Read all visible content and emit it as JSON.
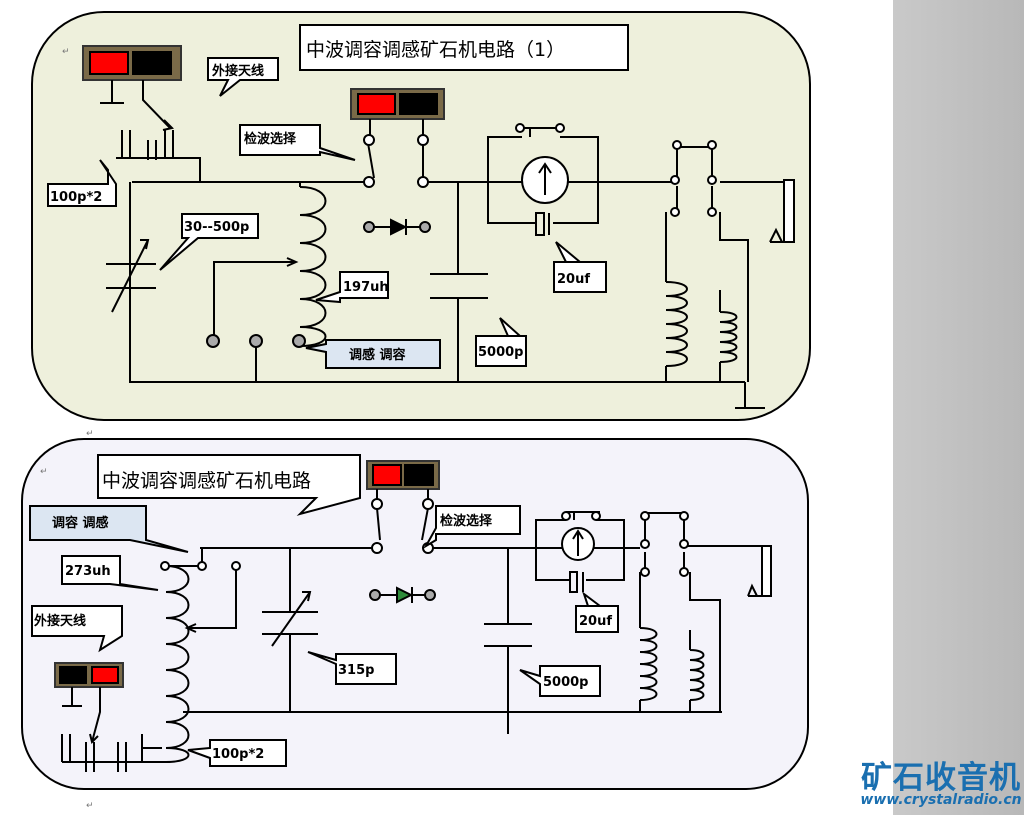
{
  "top_circuit": {
    "title": "中波调容调感矿石机电路（1）",
    "antenna_label": "外接天线",
    "detector_label": "检波选择",
    "cap_label": "100p*2",
    "varcap_label": "30--500p",
    "coil_label": "197uh",
    "tuning_label": "调感  调容",
    "bypass_cap_label": "5000p",
    "elec_cap_label": "20uf"
  },
  "bottom_circuit": {
    "title": "中波调容调感矿石机电路",
    "tuning_label": "调容  调感",
    "coil_label": "273uh",
    "antenna_label": "外接天线",
    "detector_label": "检波选择",
    "varcap_label": "315p",
    "bypass_cap_label": "5000p",
    "elec_cap_label": "20uf",
    "cap_label": "100p*2"
  },
  "watermark": {
    "brand": "矿石收音机",
    "url": "www.crystalradio.cn"
  },
  "colors": {
    "top_panel_fill": "#eef0dc",
    "bottom_panel_fill": "#f4f3fa",
    "plug_red": "#ff0000",
    "plug_black": "#000000",
    "plug_frame": "#7a6a48",
    "callout_blue": "#dce6f2",
    "diode_green": "#2e8b3a",
    "watermark_blue": "#1a6fb0"
  }
}
